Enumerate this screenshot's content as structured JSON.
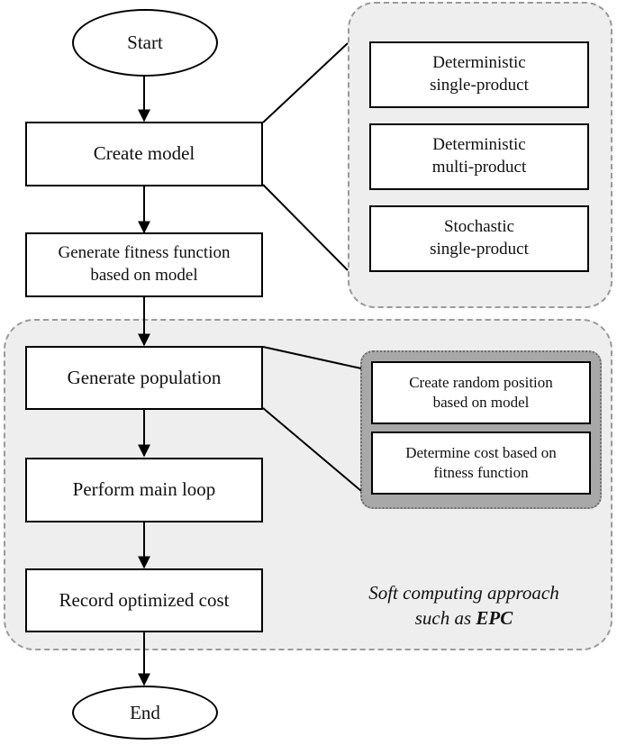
{
  "flow": {
    "start": "Start",
    "create_model": "Create model",
    "fitness": [
      "Generate fitness function",
      "based on model"
    ],
    "population": "Generate population",
    "main_loop": "Perform main loop",
    "record_cost": "Record optimized cost",
    "end": "End"
  },
  "model_types": [
    [
      "Deterministic",
      "single-product"
    ],
    [
      "Deterministic",
      "multi-product"
    ],
    [
      "Stochastic",
      "single-product"
    ]
  ],
  "population_steps": [
    [
      "Create random position",
      "based on model"
    ],
    [
      "Determine cost based on",
      "fitness function"
    ]
  ],
  "note": {
    "line1": "Soft computing approach",
    "line2_prefix": "such as ",
    "line2_emphasis": "EPC"
  }
}
